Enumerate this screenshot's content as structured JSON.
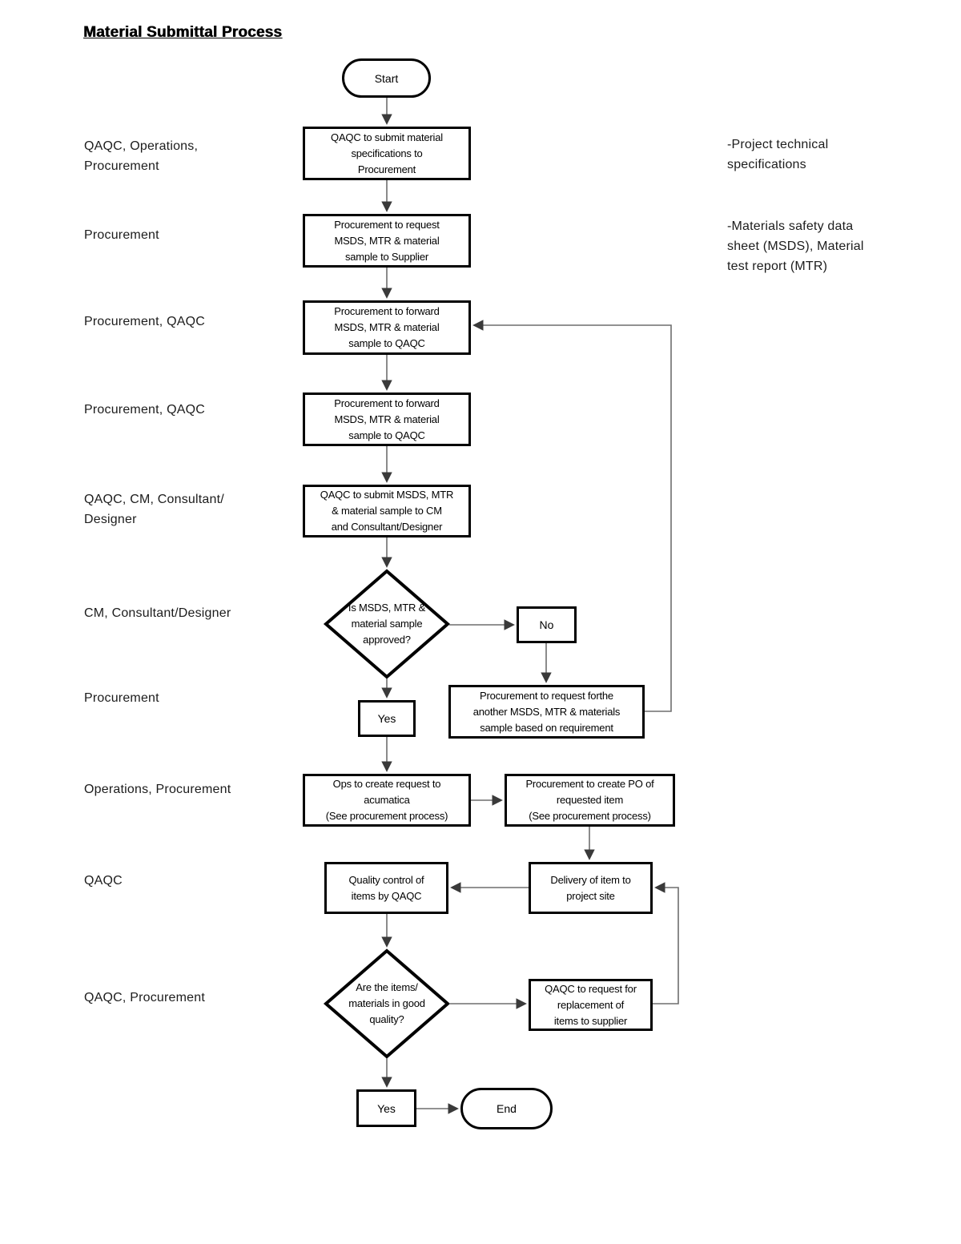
{
  "title": "Material Submittal Process",
  "nodes": {
    "start": "Start",
    "submit_specs": "QAQC to submit material\nspecifications to\nProcurement",
    "request_msds": "Procurement to request\nMSDS, MTR & material\nsample to Supplier",
    "forward_msds_1": "Procurement to forward\nMSDS, MTR & material\nsample to QAQC",
    "forward_msds_2": "Procurement to forward\nMSDS, MTR & material\nsample to QAQC",
    "submit_to_cm": "QAQC to submit MSDS, MTR\n& material sample to CM\nand Consultant/Designer",
    "approval_decision": "Is MSDS, MTR &\nmaterial sample\napproved?",
    "no_label": "No",
    "request_another": "Procurement to request forthe\nanother MSDS, MTR & materials\nsample based on requirement",
    "yes_label_1": "Yes",
    "ops_create_request": "Ops to create request to\nacumatica\n(See procurement process)",
    "create_po": "Procurement to create PO of\nrequested item\n(See procurement process)",
    "delivery_to_site": "Delivery of item to\nproject site",
    "quality_control": "Quality control of\nitems by QAQC",
    "quality_decision": "Are the items/\nmaterials in good\nquality?",
    "request_replacement": "QAQC to request for\nreplacement of\nitems to supplier",
    "yes_label_2": "Yes",
    "end": "End"
  },
  "lane_labels": [
    "QAQC, Operations,\nProcurement",
    "Procurement",
    "Procurement, QAQC",
    "Procurement, QAQC",
    "QAQC, CM, Consultant/\nDesigner",
    "CM, Consultant/Designer",
    "Procurement",
    "Operations, Procurement",
    "QAQC",
    "QAQC, Procurement"
  ],
  "notes": [
    "-Project technical\nspecifications",
    "-Materials safety data\nsheet (MSDS), Material\ntest report (MTR)"
  ],
  "colors": {
    "background": "#ffffff",
    "node_border": "#000000",
    "text": "#000000",
    "connector": "#6e6e6e",
    "arrowhead": "#3a3a3a"
  }
}
